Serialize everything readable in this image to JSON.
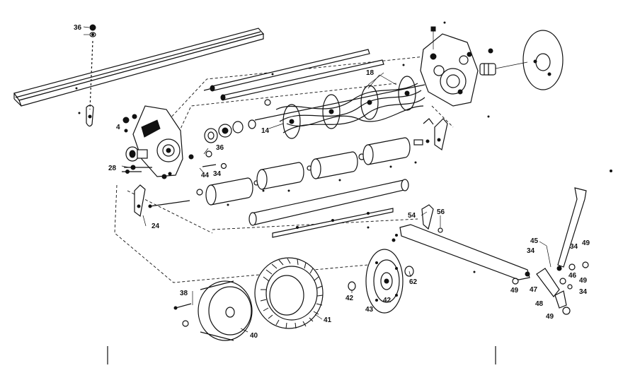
{
  "diagram": {
    "callouts": [
      {
        "id": "c36a",
        "text": "36"
      },
      {
        "id": "c4",
        "text": "4"
      },
      {
        "id": "c14",
        "text": "14"
      },
      {
        "id": "c18",
        "text": "18"
      },
      {
        "id": "c28",
        "text": "28"
      },
      {
        "id": "c36b",
        "text": "36"
      },
      {
        "id": "c44",
        "text": "44"
      },
      {
        "id": "c34a",
        "text": "34"
      },
      {
        "id": "c24",
        "text": "24"
      },
      {
        "id": "c54",
        "text": "54"
      },
      {
        "id": "c56",
        "text": "56"
      },
      {
        "id": "c45",
        "text": "45"
      },
      {
        "id": "c34b",
        "text": "34"
      },
      {
        "id": "c34c",
        "text": "34"
      },
      {
        "id": "c49a",
        "text": "49"
      },
      {
        "id": "c46",
        "text": "46"
      },
      {
        "id": "c49b",
        "text": "49"
      },
      {
        "id": "c34d",
        "text": "34"
      },
      {
        "id": "c47",
        "text": "47"
      },
      {
        "id": "c49c",
        "text": "49"
      },
      {
        "id": "c48",
        "text": "48"
      },
      {
        "id": "c49d",
        "text": "49"
      },
      {
        "id": "c62",
        "text": "62"
      },
      {
        "id": "c42a",
        "text": "42"
      },
      {
        "id": "c42b",
        "text": "42"
      },
      {
        "id": "c43",
        "text": "43"
      },
      {
        "id": "c41",
        "text": "41"
      },
      {
        "id": "c40",
        "text": "40"
      },
      {
        "id": "c38",
        "text": "38"
      }
    ]
  }
}
